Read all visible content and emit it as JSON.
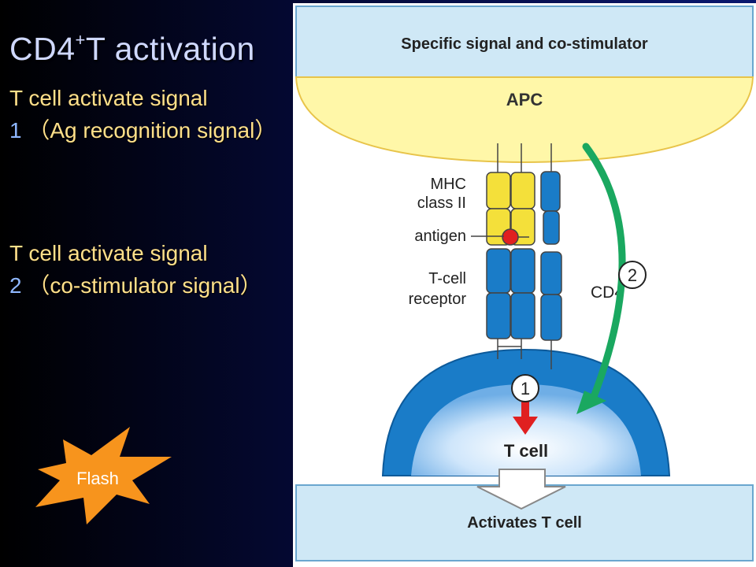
{
  "slide": {
    "title_main": "CD4",
    "title_sup": "+",
    "title_rest": "T activation",
    "bullets": [
      {
        "line1": "T cell activate signal",
        "num": "1",
        "text": "（Ag recognition signal）"
      },
      {
        "line1": "T cell activate signal",
        "num": "2",
        "text": "（co-stimulator signal）"
      }
    ],
    "flash_label": "Flash"
  },
  "diagram": {
    "top_banner": "Specific signal and co-stimulator",
    "apc_label": "APC",
    "mhc_label_line1": "MHC",
    "mhc_label_line2": "class II",
    "antigen_label": "antigen",
    "tcr_label_line1": "T-cell",
    "tcr_label_line2": "receptor",
    "cd4_label": "CD4",
    "signal1_number": "1",
    "signal2_number": "2",
    "tcell_label": "T cell",
    "bottom_banner": "Activates T cell"
  },
  "colors": {
    "background": "#050a3a",
    "title": "#cfd8ff",
    "bullet_text": "#ffe08a",
    "bullet_number": "#8fb7ff",
    "banner_fill": "#cfe8f6",
    "apc_fill": "#fff7a8",
    "mhc_yellow": "#f4e03a",
    "tcr_blue": "#1a7cc8",
    "green_arrow": "#1aa860",
    "red_arrow": "#e02020",
    "flash_fill": "#f7941d"
  }
}
